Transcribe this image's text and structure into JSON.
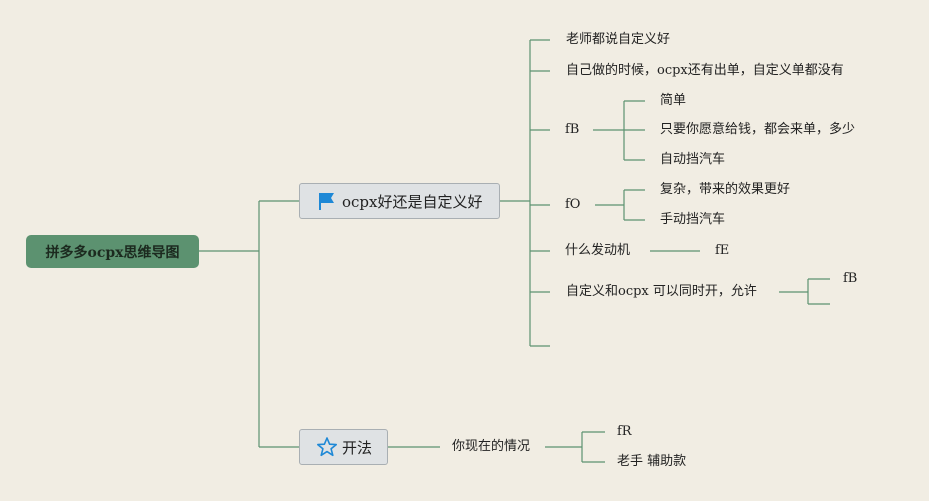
{
  "root": {
    "label": "拼多多ocpx思维导图"
  },
  "branch1": {
    "label": "ocpx好还是自定义好",
    "icon": "flag-icon",
    "children": {
      "c1": "老师都说自定义好",
      "c2": "自己做的时候，ocpx还有出单，自定义单都没有",
      "c3": {
        "label": "fB",
        "children": [
          "简单",
          "只要你愿意给钱，都会来单，多少",
          "自动挡汽车"
        ]
      },
      "c4": {
        "label": "fO",
        "children": [
          "复杂，带来的效果更好",
          "手动挡汽车"
        ]
      },
      "c5": {
        "label": "什么发动机",
        "child": "fE"
      },
      "c6": {
        "label": "自定义和ocpx 可以同时开，允许",
        "child": "fB"
      }
    }
  },
  "branch2": {
    "label": "开法",
    "icon": "star-icon",
    "child": {
      "label": "你现在的情况",
      "children": [
        "fR",
        "老手 辅助款"
      ]
    }
  },
  "colors": {
    "line": "#5c9270",
    "root": "#5c9270",
    "topic": "#dfe2e4",
    "background": "#f1ede3",
    "flag": "#1e88d6"
  }
}
